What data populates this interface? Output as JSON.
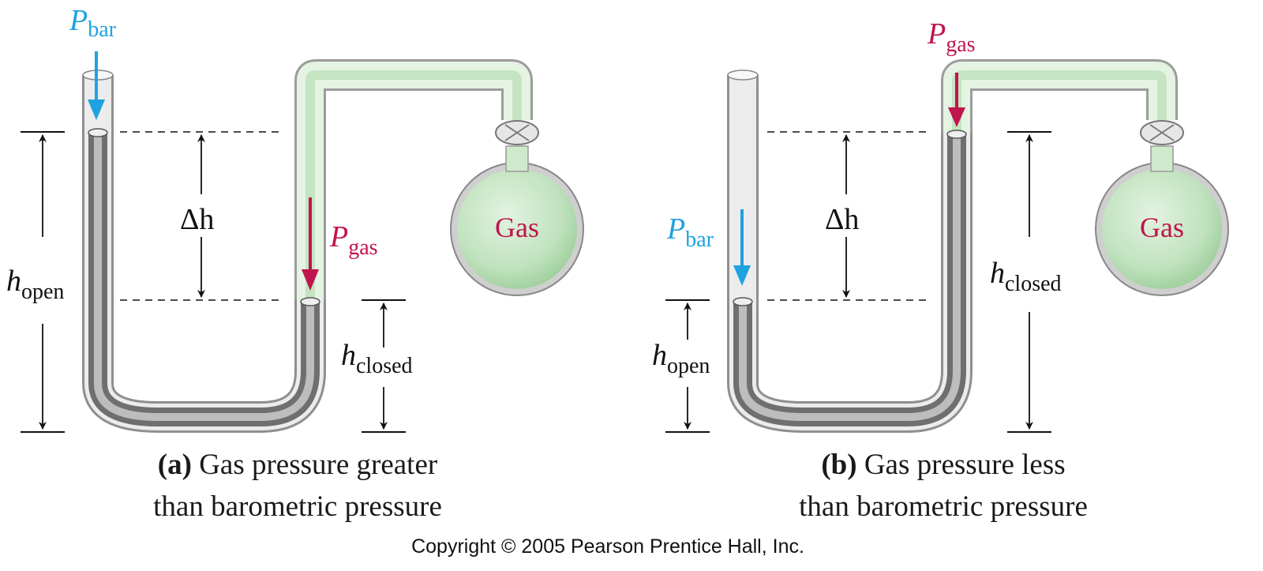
{
  "panel_a": {
    "p_bar": "P",
    "p_bar_sub": "bar",
    "p_gas": "P",
    "p_gas_sub": "gas",
    "delta_h": "Δh",
    "h_open": "h",
    "h_open_sub": "open",
    "h_closed": "h",
    "h_closed_sub": "closed",
    "bulb_label": "Gas",
    "caption_bold": "(a)",
    "caption_line1": " Gas pressure greater",
    "caption_line2": "than barometric pressure"
  },
  "panel_b": {
    "p_bar": "P",
    "p_bar_sub": "bar",
    "p_gas": "P",
    "p_gas_sub": "gas",
    "delta_h": "Δh",
    "h_open": "h",
    "h_open_sub": "open",
    "h_closed": "h",
    "h_closed_sub": "closed",
    "bulb_label": "Gas",
    "caption_bold": "(b)",
    "caption_line1": " Gas pressure less",
    "caption_line2": "than barometric pressure"
  },
  "copyright": "Copyright © 2005 Pearson Prentice Hall, Inc.",
  "colors": {
    "p_bar_arrow": "#1fa2e0",
    "p_gas_arrow": "#c0144c",
    "gas_fill": "#c6e6c5",
    "mercury": "#7d7d7d",
    "tube_glass": "#e3e3e3"
  }
}
